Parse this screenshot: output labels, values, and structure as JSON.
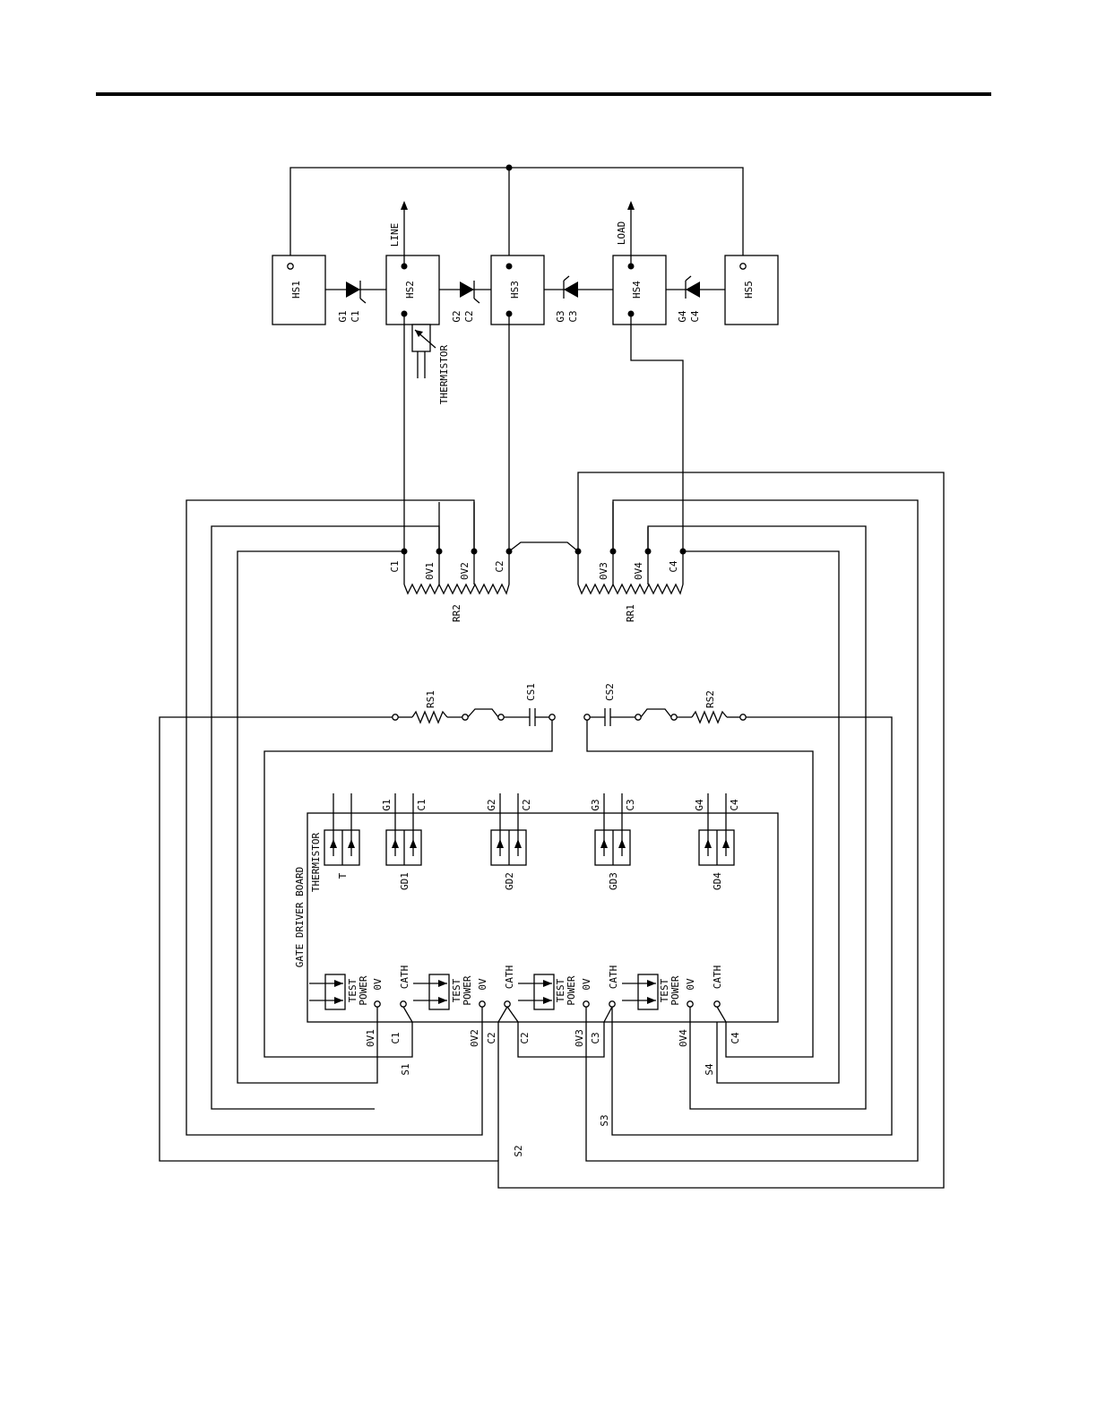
{
  "diagram": {
    "heat_sinks": [
      "HS1",
      "HS2",
      "HS3",
      "HS4",
      "HS5"
    ],
    "scr_labels": [
      {
        "gate": "G1",
        "cathode": "C1"
      },
      {
        "gate": "G2",
        "cathode": "C2"
      },
      {
        "gate": "G3",
        "cathode": "C3"
      },
      {
        "gate": "G4",
        "cathode": "C4"
      }
    ],
    "line_label": "LINE",
    "load_label": "LOAD",
    "thermistor_label": "THERMISTOR",
    "rr2": {
      "name": "RR2",
      "taps": [
        "C1",
        "0V1",
        "0V2",
        "C2"
      ]
    },
    "rr1": {
      "name": "RR1",
      "taps": [
        "0V3",
        "0V4",
        "C4"
      ]
    },
    "snubbers": {
      "rs1": "RS1",
      "cs1": "CS1",
      "cs2": "CS2",
      "rs2": "RS2"
    },
    "board": {
      "title": "GATE DRIVER BOARD",
      "thermistor_label": "THERMISTOR",
      "thermistor_connector": "T",
      "gate_drivers": [
        "GD1",
        "GD2",
        "GD3",
        "GD4"
      ],
      "gate_pins": [
        [
          "G1",
          "C1"
        ],
        [
          "G2",
          "C2"
        ],
        [
          "G3",
          "C3"
        ],
        [
          "G4",
          "C4"
        ]
      ],
      "test_power": [
        "TEST",
        "POWER"
      ],
      "zero_v": "0V",
      "cath": "CATH"
    },
    "bottom_wire_labels": {
      "w0v1": "0V1",
      "wc1": "C1",
      "ws1": "S1",
      "w0v2": "0V2",
      "wc2a": "C2",
      "wc2b": "C2",
      "ws2": "S2",
      "w0v3": "0V3",
      "wc3": "C3",
      "ws3": "S3",
      "w0v4": "0V4",
      "ws4": "S4",
      "wc4": "C4"
    }
  }
}
